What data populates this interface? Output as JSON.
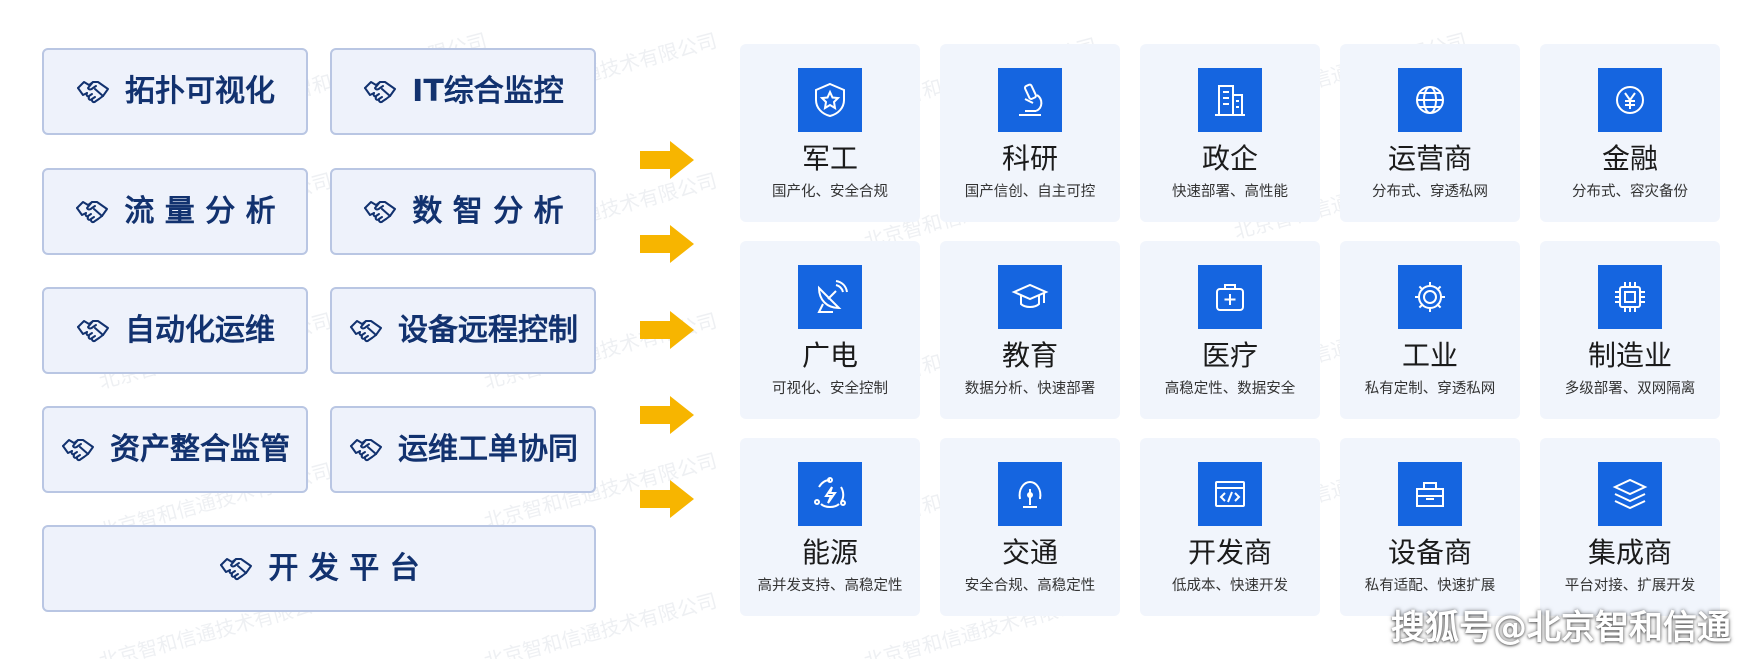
{
  "colors": {
    "accent_blue": "#1565e0",
    "arrow_yellow": "#f7b500",
    "button_text": "#12326f",
    "card_bg": "#f1f5fc"
  },
  "watermark": "北京智和信通技术有限公司",
  "features": [
    {
      "label": "拓扑可视化",
      "icon": "handshake-icon"
    },
    {
      "label": "IT综合监控",
      "icon": "handshake-icon"
    },
    {
      "label": "流 量 分 析",
      "icon": "handshake-icon"
    },
    {
      "label": "数 智 分 析",
      "icon": "handshake-icon"
    },
    {
      "label": "自动化运维",
      "icon": "handshake-icon"
    },
    {
      "label": "设备远程控制",
      "icon": "handshake-icon"
    },
    {
      "label": "资产整合监管",
      "icon": "handshake-icon"
    },
    {
      "label": "运维工单协同",
      "icon": "handshake-icon"
    },
    {
      "label": "开 发 平 台",
      "icon": "handshake-icon"
    }
  ],
  "industries": [
    {
      "title": "军工",
      "subtitle": "国产化、安全合规",
      "icon": "shield-star-icon"
    },
    {
      "title": "科研",
      "subtitle": "国产信创、自主可控",
      "icon": "microscope-icon"
    },
    {
      "title": "政企",
      "subtitle": "快速部署、高性能",
      "icon": "building-icon"
    },
    {
      "title": "运营商",
      "subtitle": "分布式、穿透私网",
      "icon": "globe-icon"
    },
    {
      "title": "金融",
      "subtitle": "分布式、容灾备份",
      "icon": "yuan-coin-icon"
    },
    {
      "title": "广电",
      "subtitle": "可视化、安全控制",
      "icon": "satellite-dish-icon"
    },
    {
      "title": "教育",
      "subtitle": "数据分析、快速部署",
      "icon": "graduation-cap-icon"
    },
    {
      "title": "医疗",
      "subtitle": "高稳定性、数据安全",
      "icon": "medical-kit-icon"
    },
    {
      "title": "工业",
      "subtitle": "私有定制、穿透私网",
      "icon": "gear-icon"
    },
    {
      "title": "制造业",
      "subtitle": "多级部署、双网隔离",
      "icon": "chip-icon"
    },
    {
      "title": "能源",
      "subtitle": "高并发支持、高稳定性",
      "icon": "energy-icon"
    },
    {
      "title": "交通",
      "subtitle": "安全合规、高稳定性",
      "icon": "traffic-icon"
    },
    {
      "title": "开发商",
      "subtitle": "低成本、快速开发",
      "icon": "code-window-icon"
    },
    {
      "title": "设备商",
      "subtitle": "私有适配、快速扩展",
      "icon": "toolbox-icon"
    },
    {
      "title": "集成商",
      "subtitle": "平台对接、扩展开发",
      "icon": "layers-icon"
    }
  ],
  "credit": "搜狐号@北京智和信通"
}
